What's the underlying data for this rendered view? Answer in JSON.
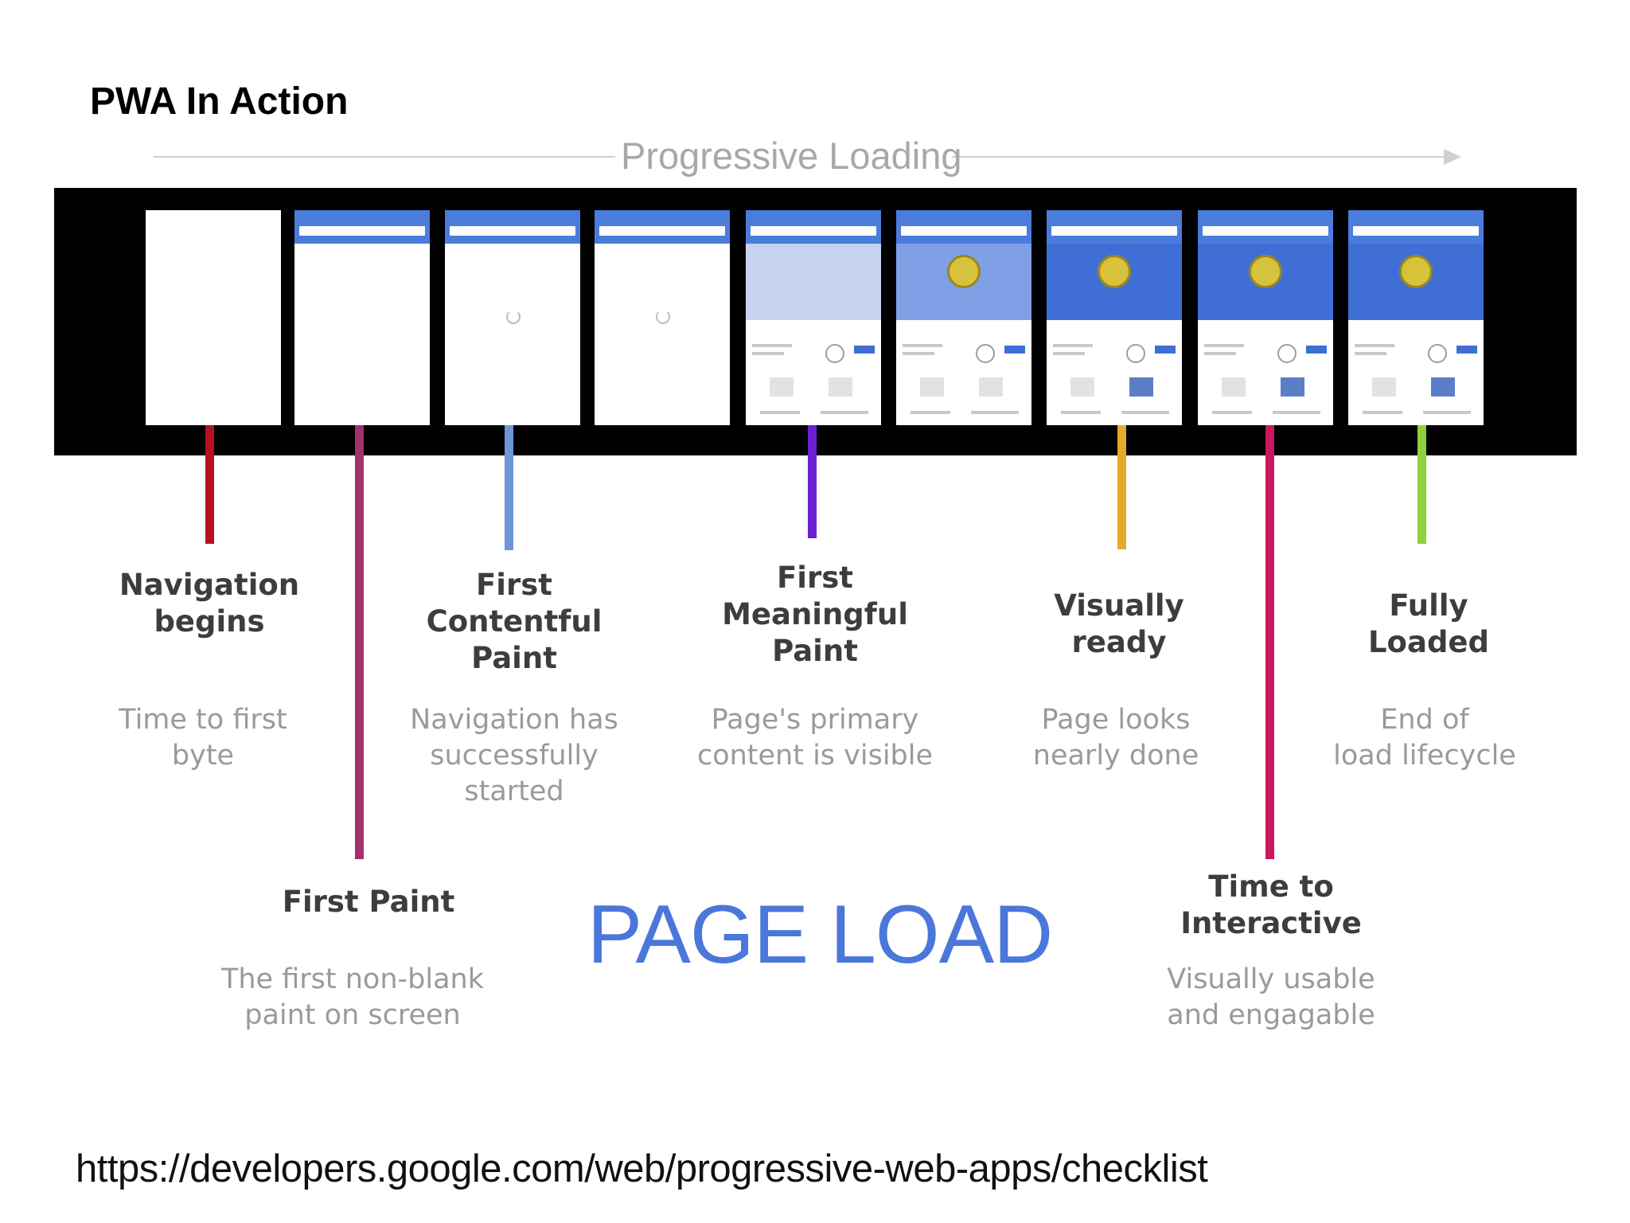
{
  "slide": {
    "title": "PWA In Action",
    "source_url": "https://developers.google.com/web/progressive-web-apps/checklist"
  },
  "timeline": {
    "label": "Progressive Loading",
    "color": "#cfcfcf",
    "direction": "left-to-right"
  },
  "film_strip": {
    "background": "#000000",
    "frame_count": 9,
    "frame_states": [
      "blank",
      "header-only",
      "header-spinner",
      "header-spinner",
      "partial-content",
      "partial-content",
      "full-content",
      "full-content",
      "full-content"
    ]
  },
  "diagram": {
    "title": "PAGE LOAD",
    "title_color": "#4a77d9",
    "milestones": [
      {
        "name": "Navigation begins",
        "label_lines": [
          "Navigation",
          "begins"
        ],
        "description_lines": [
          "Time to first",
          "byte"
        ],
        "color": "#b3121f"
      },
      {
        "name": "First Paint",
        "label_lines": [
          "First Paint"
        ],
        "description_lines": [
          "The first non-blank",
          "paint on screen"
        ],
        "color": "#a3306e"
      },
      {
        "name": "First Contentful Paint",
        "label_lines": [
          "First",
          "Contentful",
          "Paint"
        ],
        "description_lines": [
          "Navigation has",
          "successfully",
          "started"
        ],
        "color": "#6f96d8"
      },
      {
        "name": "First Meaningful Paint",
        "label_lines": [
          "First",
          "Meaningful",
          "Paint"
        ],
        "description_lines": [
          "Page's primary",
          "content is visible"
        ],
        "color": "#6a1fd1"
      },
      {
        "name": "Visually ready",
        "label_lines": [
          "Visually",
          "ready"
        ],
        "description_lines": [
          "Page looks",
          "nearly done"
        ],
        "color": "#e6aa2b"
      },
      {
        "name": "Time to Interactive",
        "label_lines": [
          "Time to",
          "Interactive"
        ],
        "description_lines": [
          "Visually usable",
          "and engagable"
        ],
        "color": "#c8185f"
      },
      {
        "name": "Fully Loaded",
        "label_lines": [
          "Fully",
          "Loaded"
        ],
        "description_lines": [
          "End of",
          "load lifecycle"
        ],
        "color": "#8fd13a"
      }
    ]
  }
}
